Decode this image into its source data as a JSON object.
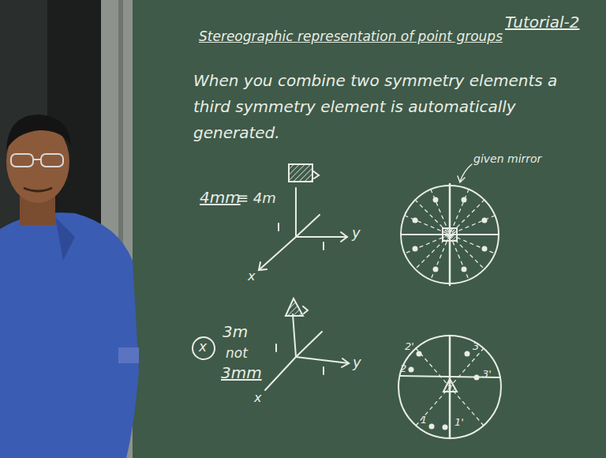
{
  "diagram": {
    "title": "Stereographic representation of point groups",
    "labels": [
      "Tutorial-2",
      "When you combine two symmetry elements a third symmetry element is automatically generated.",
      "4mm",
      "≡ 4m",
      "given mirror",
      "y",
      "x",
      "x",
      "3m",
      "not",
      "3mm",
      "y",
      "x",
      "2'",
      "2",
      "3",
      "3'",
      "1",
      "1'"
    ]
  }
}
